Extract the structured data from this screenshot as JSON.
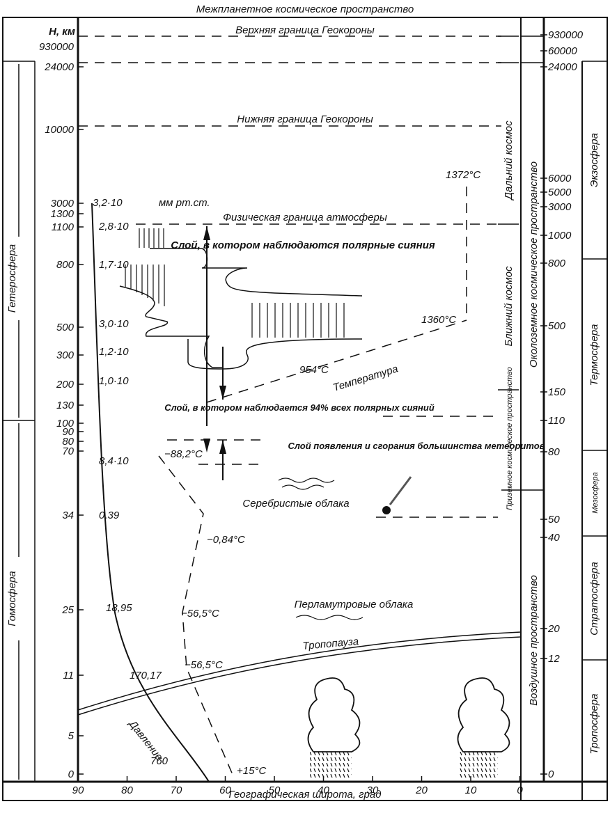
{
  "title": "Межпланетное космическое пространство",
  "y_axis": {
    "label": "H, км",
    "ticks": [
      "930000",
      "24000",
      "10000",
      "3000",
      "1300",
      "1100",
      "800",
      "500",
      "300",
      "200",
      "130",
      "100",
      "90",
      "80",
      "70",
      "34",
      "25",
      "11",
      "5",
      "0"
    ]
  },
  "x_axis": {
    "label": "Географическая широта, град",
    "ticks": [
      "90",
      "80",
      "70",
      "60",
      "50",
      "40",
      "30",
      "20",
      "10",
      "0"
    ]
  },
  "right_axis": {
    "ticks": [
      "930000",
      "60000",
      "24000",
      "6000",
      "5000",
      "3000",
      "1000",
      "800",
      "500",
      "150",
      "110",
      "80",
      "50",
      "40",
      "20",
      "12",
      "0"
    ]
  },
  "left_zones": [
    {
      "label": "Гетеросфера"
    },
    {
      "label": "Гомосфера"
    }
  ],
  "space_zones": [
    {
      "label": "Дальний космос"
    },
    {
      "label": "Ближний космос"
    },
    {
      "label": "Приземное космическое пространство"
    }
  ],
  "space_zones2": [
    {
      "label": "Околоземное космическое пространство"
    },
    {
      "label": "Воздушное пространство"
    }
  ],
  "layers": [
    {
      "label": "Экзосфера"
    },
    {
      "label": "Термосфера"
    },
    {
      "label": "Мезосфера"
    },
    {
      "label": "Стратосфера"
    },
    {
      "label": "Тропосфера"
    }
  ],
  "boundaries": {
    "geocorona_upper": "Верхняя граница Геокороны",
    "geocorona_lower": "Нижняя граница Геокороны",
    "physical": "Физическая граница атмосферы"
  },
  "pressure": {
    "unit": "мм рт.ст.",
    "label": "Давление",
    "values": [
      "3,2·10",
      "2,8·10",
      "1,7·10",
      "3,0·10",
      "1,2·10",
      "1,0·10",
      "8,4·10",
      "0,39",
      "18,95",
      "170,17",
      "760"
    ]
  },
  "temperature": {
    "label": "Температура",
    "values": [
      "1372°C",
      "1360°C",
      "954°C",
      "−88,2°C",
      "−0,84°C",
      "−56,5°C",
      "−56,5°C",
      "+15°C"
    ]
  },
  "annotations": {
    "aurora_layer": "Слой, в котором наблюдаются полярные сияния",
    "aurora_94": "Слой, в котором наблюдается 94% всех полярных сияний",
    "meteors": "Слой появления и сгорания большинства метеоритов",
    "noctilucent": "Серебристые облака",
    "nacreous": "Перламутровые облака",
    "tropopause": "Тропопауза"
  }
}
